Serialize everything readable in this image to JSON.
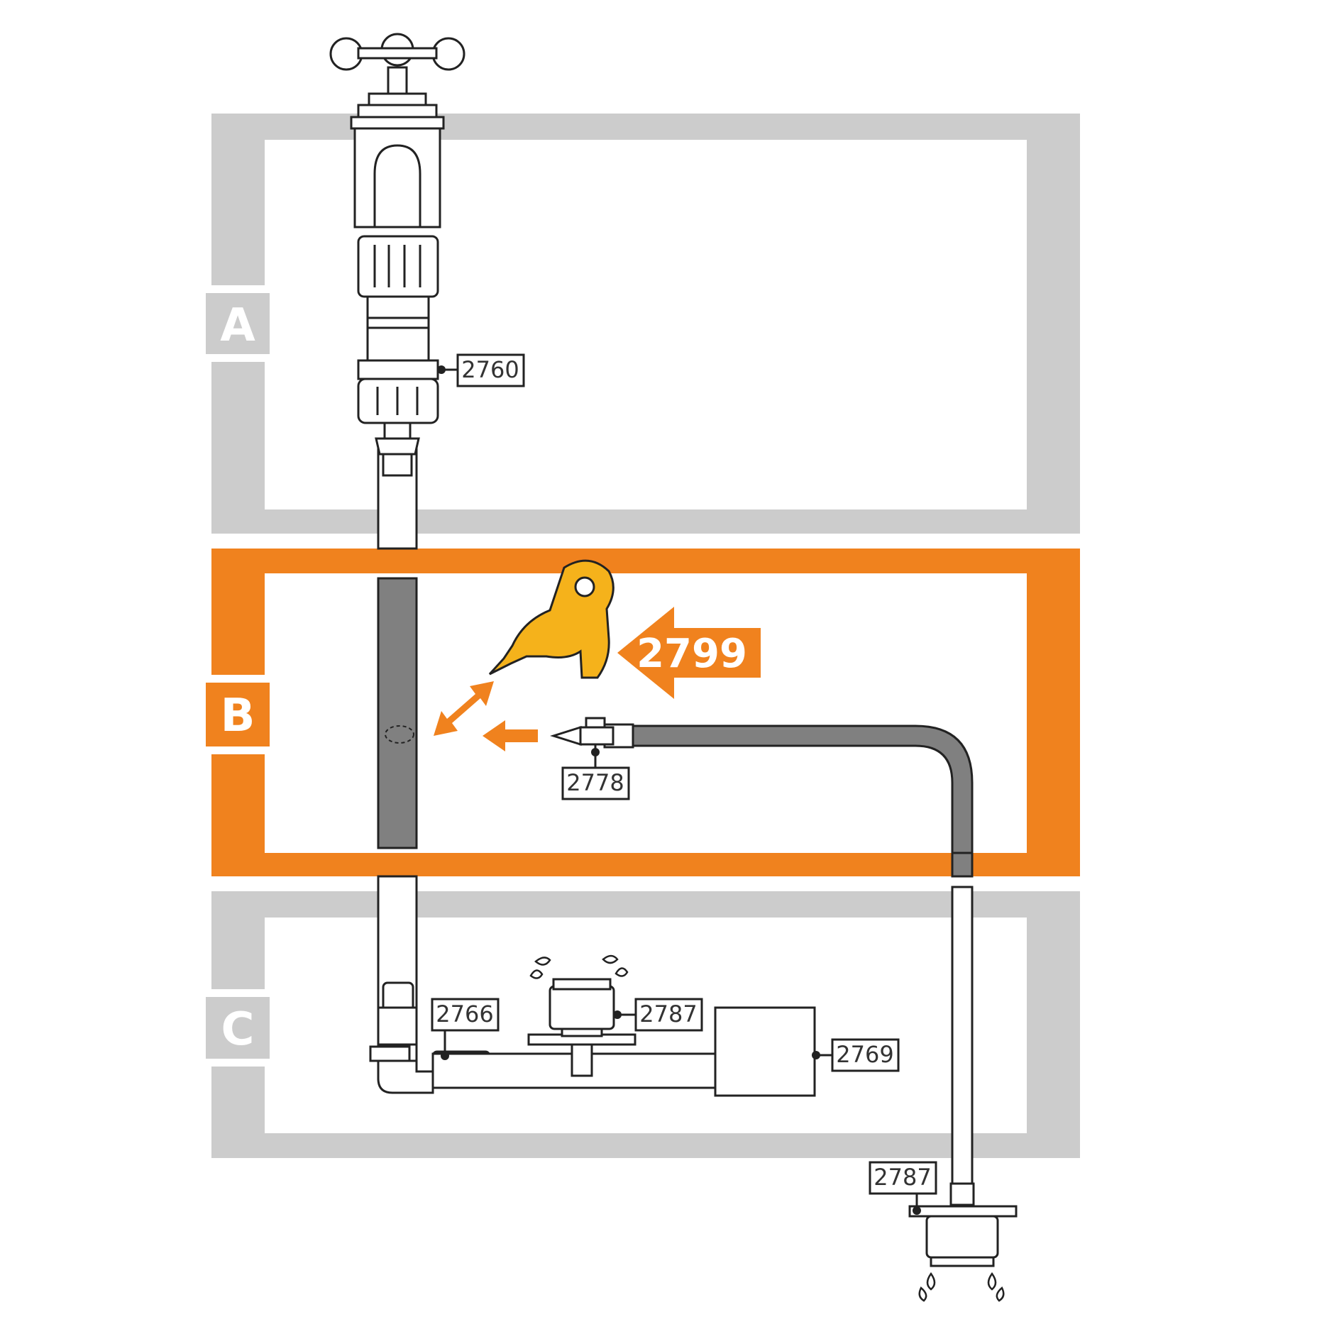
{
  "colors": {
    "zone_grey": "#cccccc",
    "zone_highlight": "#f0821e",
    "pipe_dark": "#808080",
    "tool_yellow": "#f5b21b",
    "line": "#222222"
  },
  "zones": {
    "a": {
      "label": "A"
    },
    "b": {
      "label": "B"
    },
    "c": {
      "label": "C"
    }
  },
  "callouts": {
    "c2760": "2760",
    "c2778": "2778",
    "c2766": "2766",
    "c2787_upper": "2787",
    "c2769": "2769",
    "c2787_lower": "2787"
  },
  "tool": {
    "label": "2799",
    "icon": "t-handle-key-icon"
  }
}
